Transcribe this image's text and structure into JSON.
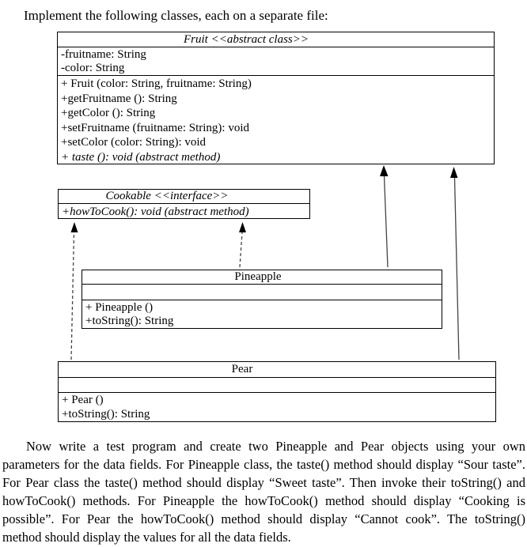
{
  "instruction": "Implement the following classes, each on a separate file:",
  "fruit_class": {
    "title": "Fruit <<abstract class>>",
    "attributes": [
      "-fruitname: String",
      "-color: String"
    ],
    "methods": [
      "+ Fruit (color: String, fruitname: String)",
      "+getFruitname (): String",
      "+getColor (): String",
      "+setFruitname (fruitname: String): void",
      "+setColor (color: String): void"
    ],
    "abstract_method": "+ taste (): void (abstract method)"
  },
  "cookable_interface": {
    "title": "Cookable <<interface>>",
    "method": "+howToCook(): void (abstract method)"
  },
  "pineapple_class": {
    "title": "Pineapple",
    "attributes": [],
    "methods": [
      "+ Pineapple ()",
      "+toString(): String"
    ]
  },
  "pear_class": {
    "title": "Pear",
    "attributes": [],
    "methods": [
      "+ Pear ()",
      "+toString(): String"
    ]
  },
  "relationships": [
    "Pineapple extends Fruit (solid arrow)",
    "Pear extends Fruit (solid arrow)",
    "Pineapple implements Cookable (dashed arrow)",
    "Pear implements Cookable (dashed arrow)"
  ],
  "closing_paragraph": {
    "lines": [
      "Now write a test program and create two Pineapple and Pear objects using your own",
      "parameters for the data fields. For Pineapple class, the taste() method should display “Sour taste”.",
      "For Pear class the taste() method should display “Sweet taste”. Then invoke their toString() and",
      "howToCook() methods. For Pineapple the howToCook() method should display “Cooking is",
      "possible”. For Pear the howToCook()  method should display “Cannot cook”. The toString()",
      "method should display the values for all the data fields."
    ]
  },
  "colors": {
    "text": "#000000",
    "border": "#000000",
    "arrow_line": "#444444",
    "arrow_head": "#000000",
    "background": "#ffffff"
  }
}
